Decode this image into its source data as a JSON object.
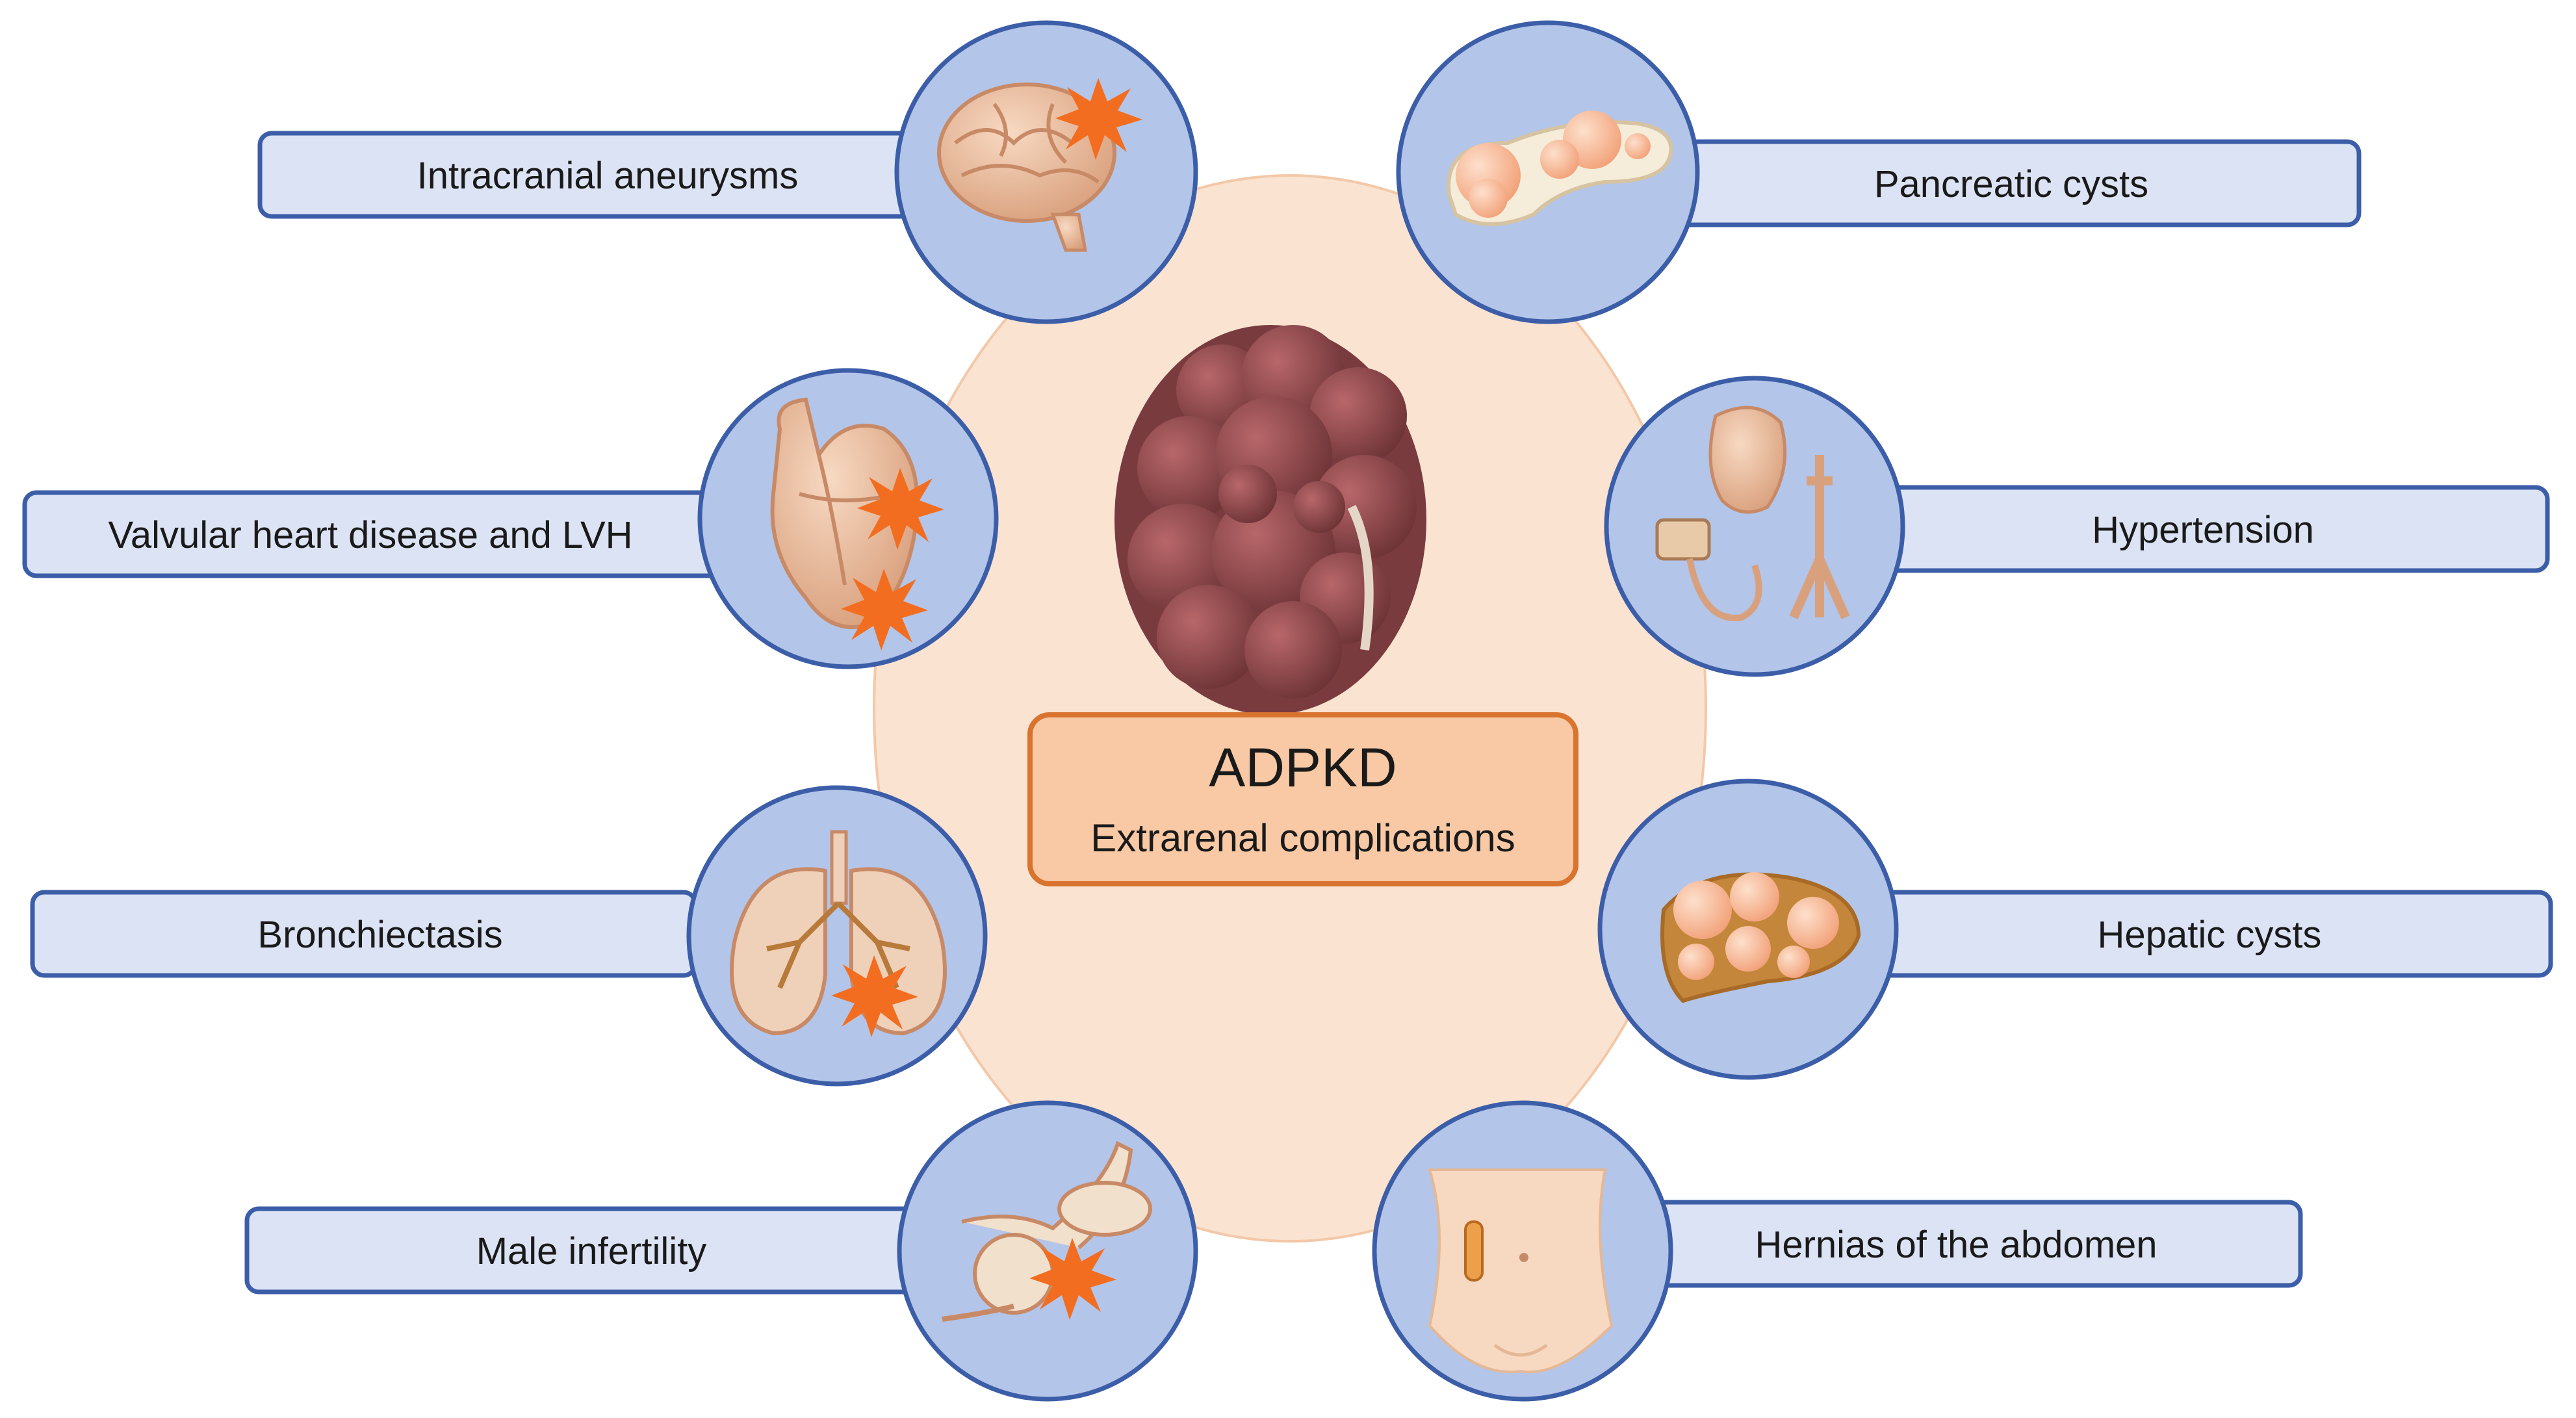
{
  "center": {
    "title": "ADPKD",
    "subtitle": "Extrarenal complications"
  },
  "complications": [
    {
      "label": "Intracranial aneurysms",
      "icon": "brain-icon"
    },
    {
      "label": "Pancreatic cysts",
      "icon": "pancreas-icon"
    },
    {
      "label": "Valvular heart disease and LVH",
      "icon": "heart-icon"
    },
    {
      "label": "Hypertension",
      "icon": "blood-pressure-icon"
    },
    {
      "label": "Bronchiectasis",
      "icon": "lungs-icon"
    },
    {
      "label": "Hepatic cysts",
      "icon": "liver-icon"
    },
    {
      "label": "Male infertility",
      "icon": "male-reproductive-icon"
    },
    {
      "label": "Hernias of the abdomen",
      "icon": "abdomen-icon"
    }
  ],
  "colors": {
    "label_fill": "#dbe3f4",
    "label_stroke": "#3c5ea8",
    "circle_fill": "#b3c5e8",
    "oval_fill": "#fbe3d2",
    "center_box_fill": "#f8c9a4",
    "center_box_stroke": "#d9742f",
    "burst": "#f26d1f",
    "kidney": "#8f4a4d"
  }
}
